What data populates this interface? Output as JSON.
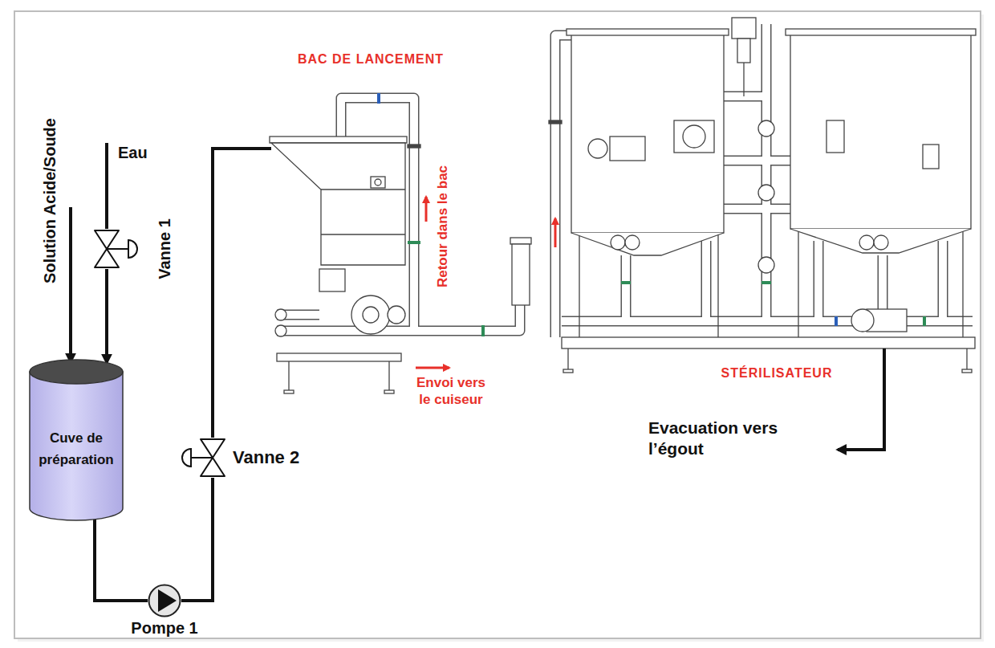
{
  "diagram": {
    "nodes": [
      {
        "text": [
          "Vanne 1"
        ]
      },
      {
        "text": [
          "Cuve de préparation"
        ]
      },
      {
        "text": [
          "Pompe 1"
        ]
      },
      {
        "text": [
          "Vanne 2"
        ]
      }
    ],
    "edges": [
      {
        "from": 0,
        "to": 1,
        "arrow": "to"
      },
      {
        "from": 1,
        "to": 2,
        "arrow": "none"
      },
      {
        "from": 2,
        "to": 3,
        "arrow": "none"
      }
    ],
    "labels": [
      "BAC DE LANCEMENT",
      "Solution Acide/Soude",
      "Eau",
      "Retour dans le bac",
      "Envoi vers le cuiseur",
      "STÉRILISATEUR",
      "Evacuation vers l’égout"
    ]
  }
}
